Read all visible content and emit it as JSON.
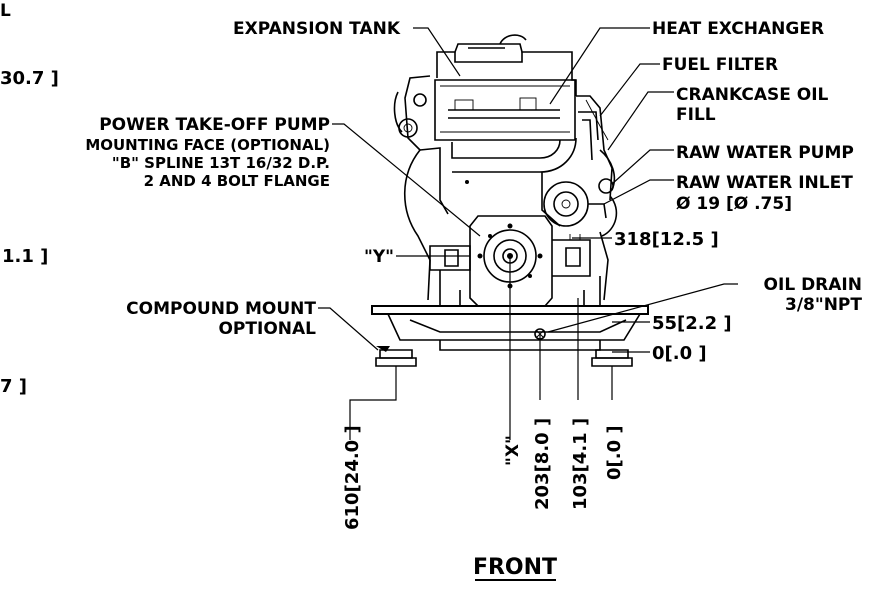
{
  "labels": {
    "edge_top": "L",
    "edge_1": "30.7 ]",
    "edge_2": "1.1 ]",
    "edge_3": "7 ]",
    "expansion_tank": "EXPANSION TANK",
    "heat_exchanger": "HEAT EXCHANGER",
    "fuel_filter": "FUEL FILTER",
    "crankcase_1": "CRANKCASE OIL",
    "crankcase_2": "FILL",
    "raw_water_pump": "RAW WATER PUMP",
    "raw_water_inlet_1": "RAW WATER INLET",
    "raw_water_inlet_2": "Ø 19 [Ø .75]",
    "pto_1": "POWER TAKE-OFF PUMP",
    "pto_2": "MOUNTING FACE (OPTIONAL)",
    "pto_3": "\"B\" SPLINE 13T 16/32 D.P.",
    "pto_4": "2 AND 4 BOLT FLANGE",
    "y_marker": "\"Y\"",
    "x_marker": "\"X\"",
    "compound_1": "COMPOUND MOUNT",
    "compound_2": "OPTIONAL",
    "oil_drain_1": "OIL DRAIN",
    "oil_drain_2": "3/8\"NPT",
    "view_title": "FRONT"
  },
  "dimensions": {
    "d318": "318[12.5 ]",
    "d55": "55[2.2 ]",
    "d0_right": "0[.0 ]",
    "d610": "610[24.0 ]",
    "d203": "203[8.0 ]",
    "d103": "103[4.1 ]",
    "d0_bottom": "0[.0 ]"
  }
}
